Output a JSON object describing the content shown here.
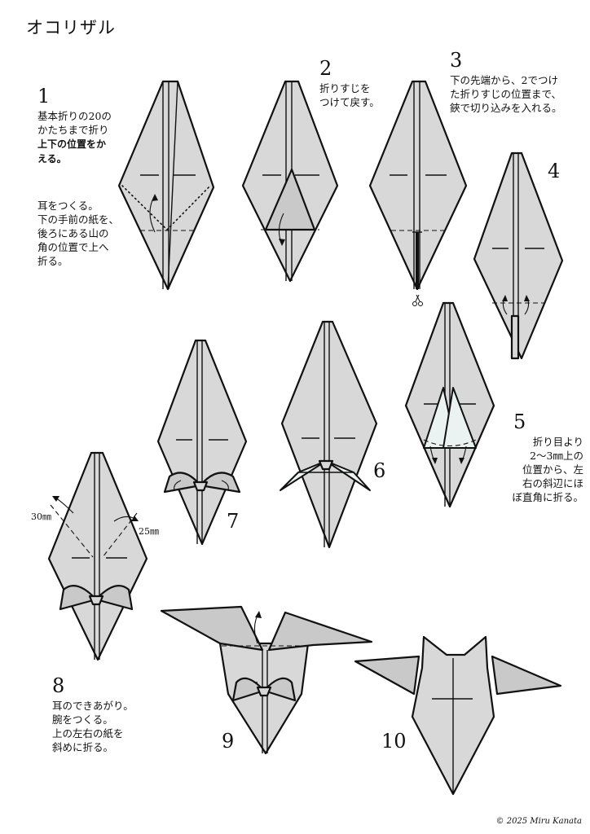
{
  "title": "オコリザル",
  "credit": "© 2025 Miru Kanata",
  "steps": [
    {
      "num": "1",
      "text": "基本折りの20の\nかたちまで折り",
      "bold": "上下の位置をか\nえる。",
      "text2": "耳をつくる。\n下の手前の紙を、\n後ろにある山の\n角の位置で上へ\n折る。"
    },
    {
      "num": "2",
      "text": "折りすじを\nつけて戻す。"
    },
    {
      "num": "3",
      "text": "下の先端から、2でつけ\nた折りすじの位置まで、\n鋏で切り込みを入れる。"
    },
    {
      "num": "4"
    },
    {
      "num": "5",
      "text": "折り目より\n2〜3㎜上の\n位置から、左\n右の斜辺にほ\nぼ直角に折る。"
    },
    {
      "num": "6"
    },
    {
      "num": "7"
    },
    {
      "num": "8",
      "text": "耳のできあがり。\n腕をつくる。\n上の左右の紙を\n斜めに折る。",
      "left_measure": "30㎜",
      "right_measure": "25㎜"
    },
    {
      "num": "9"
    },
    {
      "num": "10"
    }
  ],
  "icons": {
    "scissors": "scissors-icon",
    "fold_arrow": "fold-arrow-icon"
  }
}
